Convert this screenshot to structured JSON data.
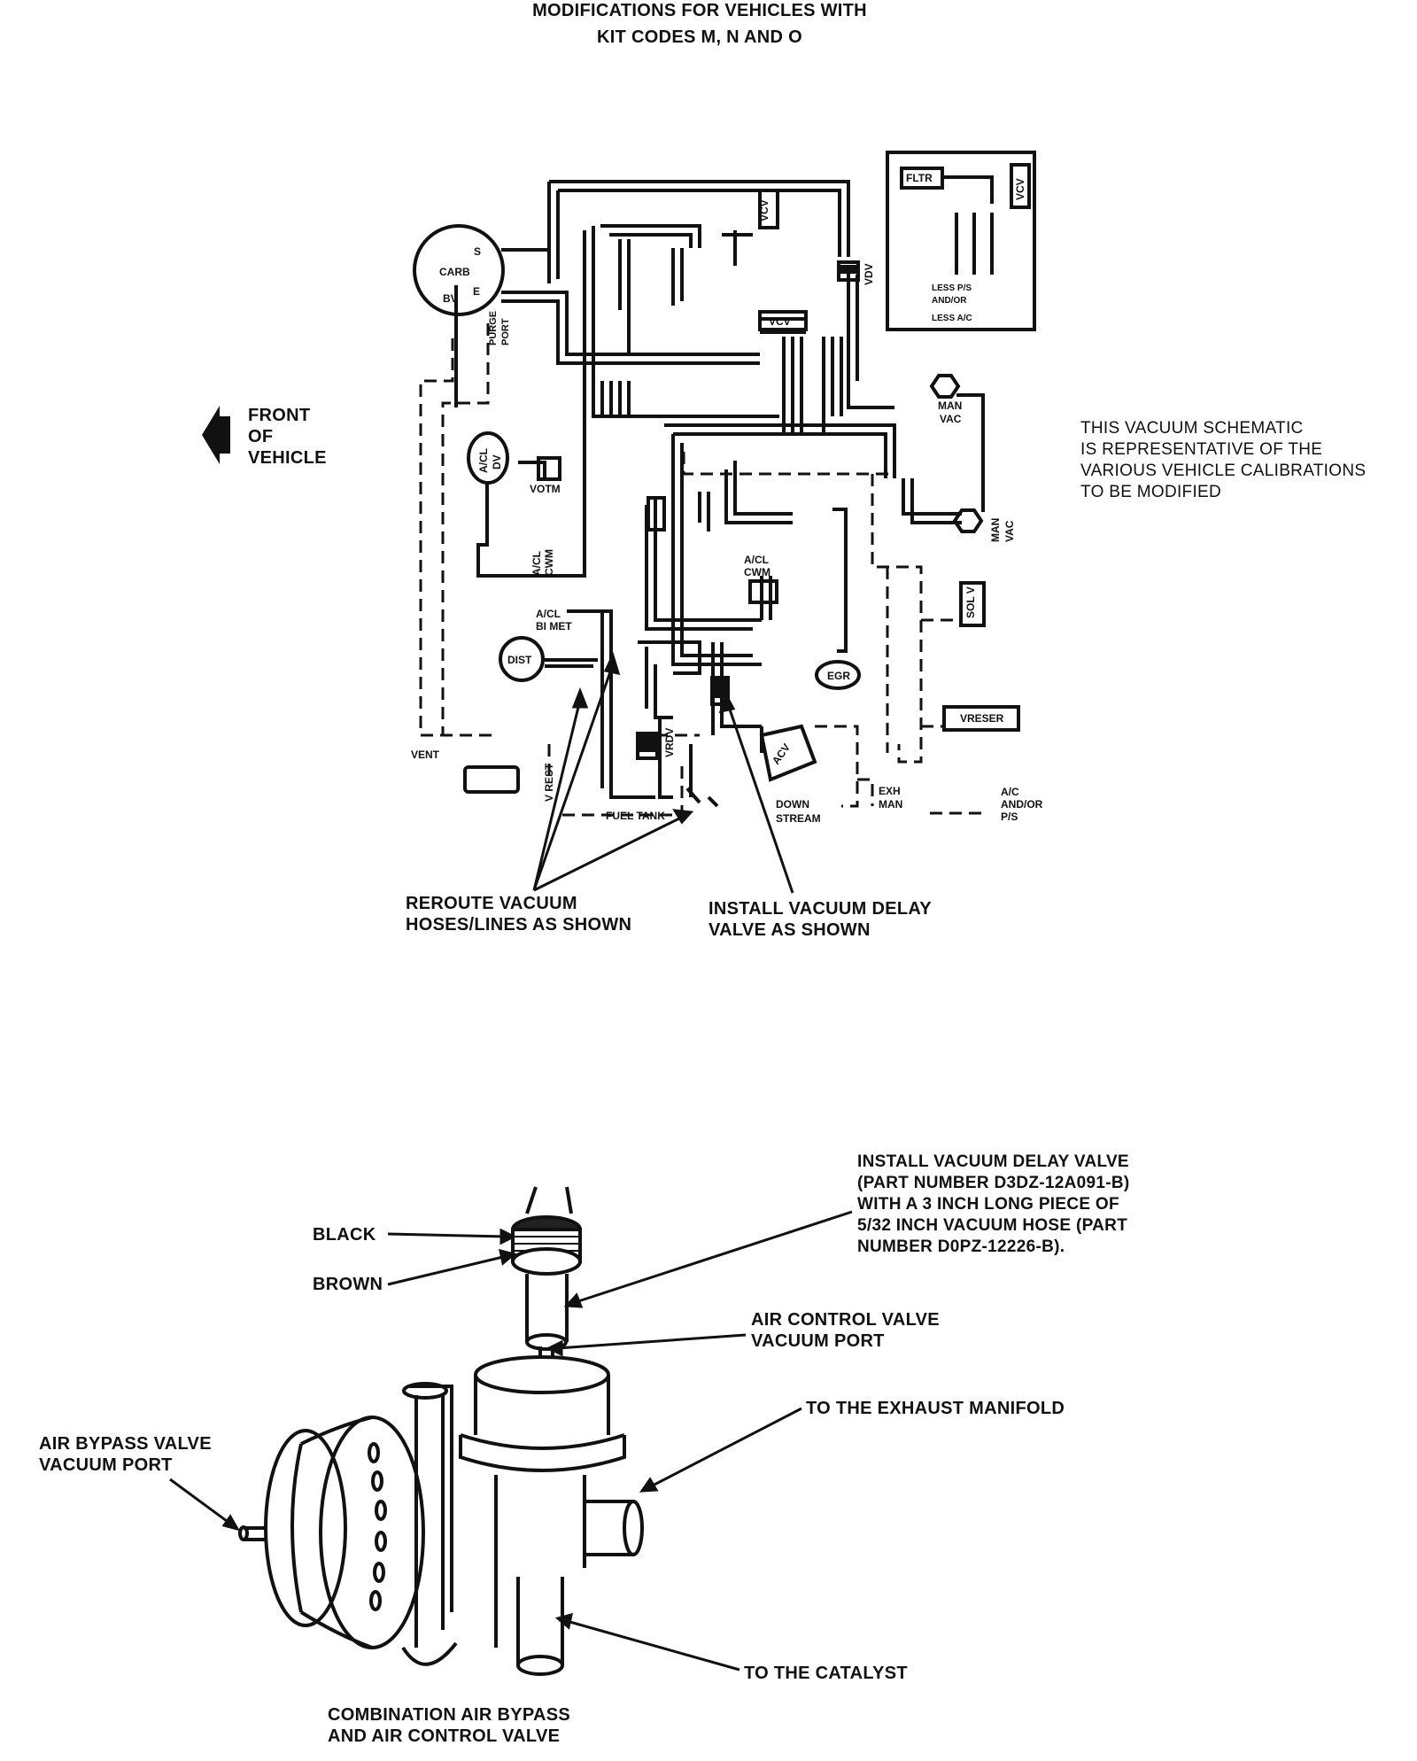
{
  "title": {
    "line1": "MODIFICATIONS FOR VEHICLES WITH",
    "line2": "KIT CODES M, N AND O"
  },
  "front_label": {
    "line1": "FRONT",
    "line2": "OF",
    "line3": "VEHICLE"
  },
  "schematic_note": {
    "line1": "THIS VACUUM SCHEMATIC",
    "line2": "IS REPRESENTATIVE OF THE",
    "line3": "VARIOUS VEHICLE CALIBRATIONS",
    "line4": "TO BE MODIFIED"
  },
  "schematic_labels": {
    "carb": "CARB",
    "s": "S",
    "e": "E",
    "bv": "BV",
    "purge": "PURGE",
    "port": "PORT",
    "vcv": "VCV",
    "vdv": "VDV",
    "fltr": "FLTR",
    "less_ps": "LESS P/S",
    "and_or": "AND/OR",
    "less_ac": "LESS A/C",
    "man": "MAN",
    "vac": "VAC",
    "acl": "A/CL",
    "dv": "DV",
    "votm": "VOTM",
    "cwm": "CWM",
    "bimet": "BI MET",
    "dist": "DIST",
    "egr": "EGR",
    "solv": "SOL V",
    "vreser": "VRESER",
    "vent": "VENT",
    "vrest": "V REST",
    "vrdv": "VRDV",
    "fuel_tank": "FUEL TANK",
    "acv": "ACV",
    "down": "DOWN",
    "stream": "STREAM",
    "exh": "EXH",
    "exh_man": "MAN",
    "ac": "A/C",
    "ac_andor": "AND/OR",
    "ac_ps": "P/S"
  },
  "callouts": {
    "reroute_line1": "REROUTE VACUUM",
    "reroute_line2": "HOSES/LINES AS SHOWN",
    "install_line1": "INSTALL VACUUM DELAY",
    "install_line2": "VALVE AS SHOWN"
  },
  "detail": {
    "install_note": [
      "INSTALL VACUUM DELAY VALVE",
      "(PART NUMBER D3DZ-12A091-B)",
      "WITH A 3 INCH LONG PIECE OF",
      "5/32 INCH VACUUM HOSE (PART",
      "NUMBER D0PZ-12226-B)."
    ],
    "black": "BLACK",
    "brown": "BROWN",
    "acv_port_line1": "AIR CONTROL VALVE",
    "acv_port_line2": "VACUUM PORT",
    "exhaust": "TO THE EXHAUST MANIFOLD",
    "abv_port_line1": "AIR BYPASS VALVE",
    "abv_port_line2": "VACUUM PORT",
    "catalyst": "TO THE CATALYST",
    "caption_line1": "COMBINATION AIR BYPASS",
    "caption_line2": "AND AIR CONTROL VALVE"
  }
}
